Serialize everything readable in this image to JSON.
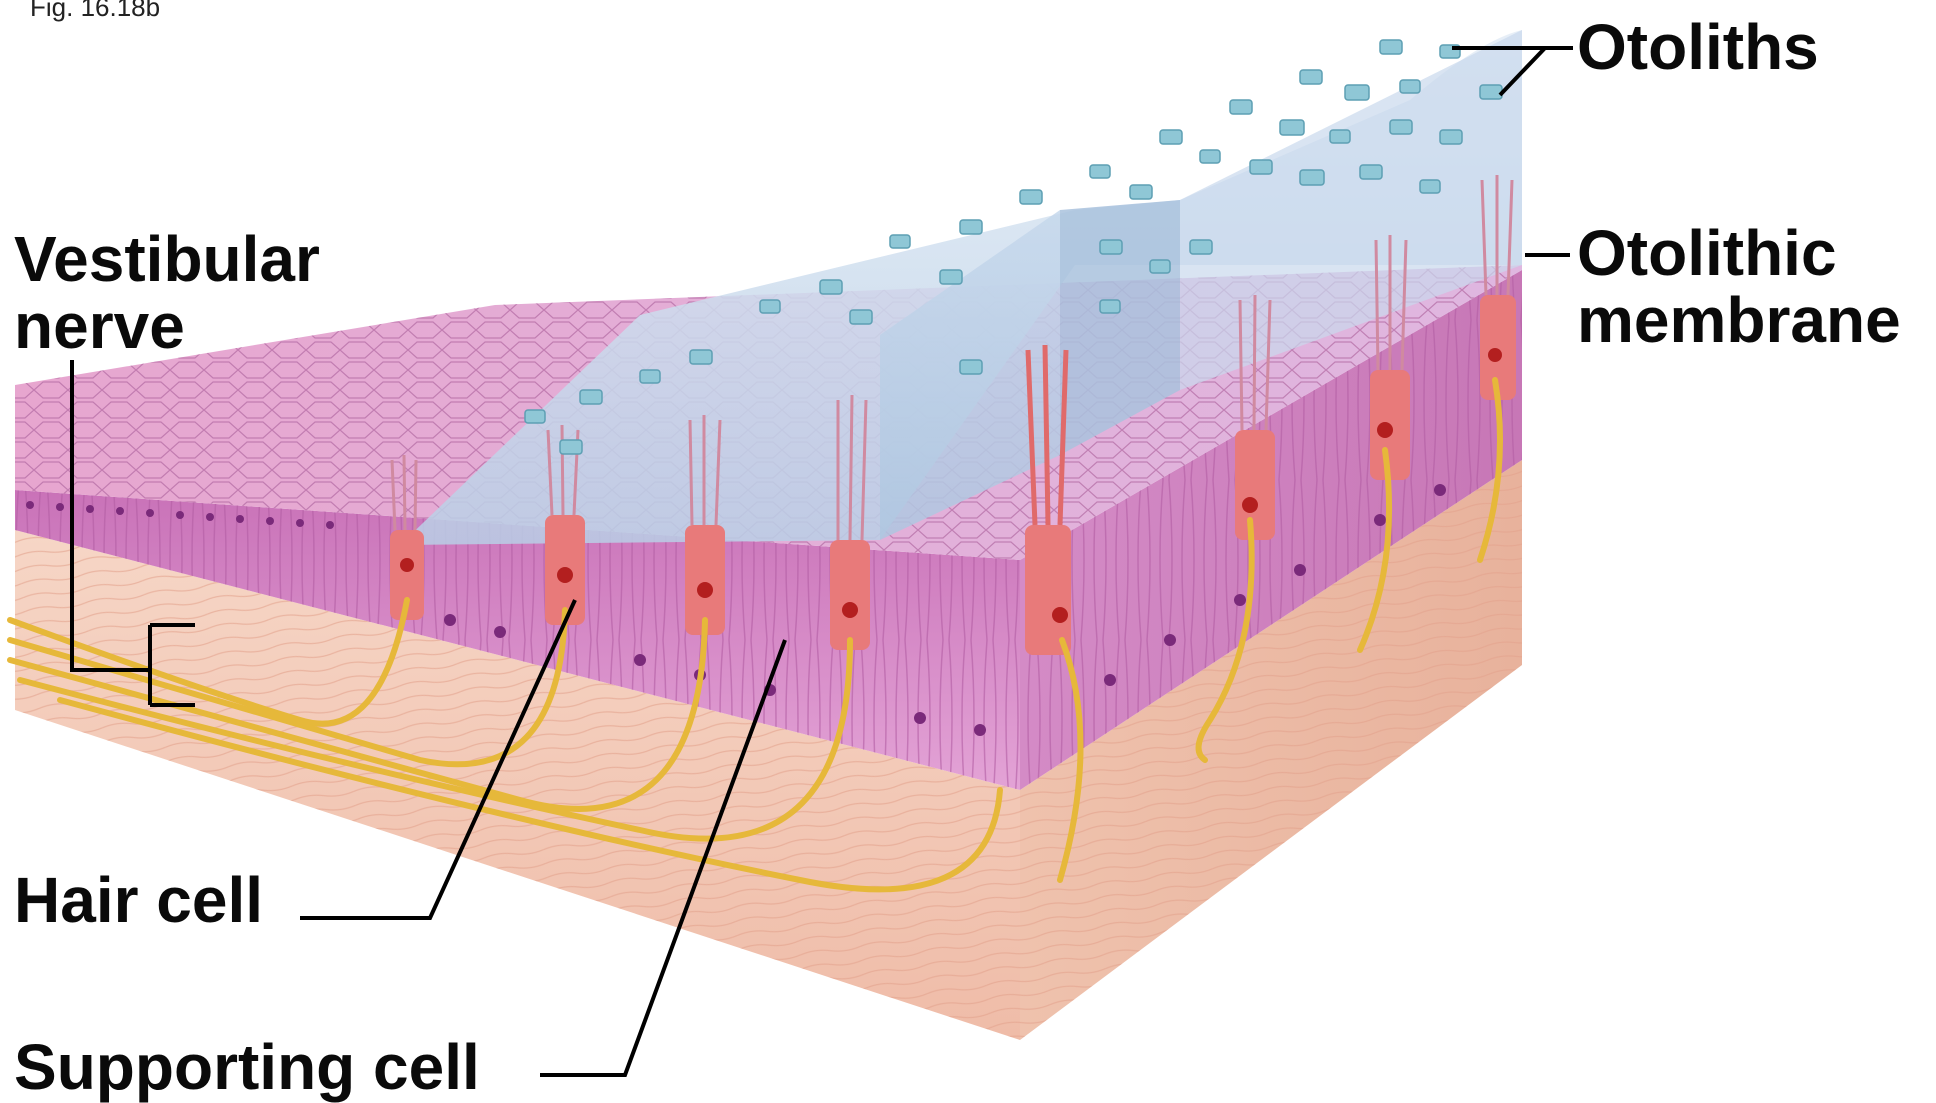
{
  "figure": {
    "number": "Fig. 16.18b"
  },
  "labels": {
    "otoliths": "Otoliths",
    "otolithic_membrane": [
      "Otolithic",
      "membrane"
    ],
    "vestibular_nerve": [
      "Vestibular",
      "nerve"
    ],
    "hair_cell": "Hair cell",
    "supporting_cell": "Supporting cell"
  },
  "colors": {
    "gel": "#b9cfe6",
    "epithelium": "#d98fc6",
    "connective": "#f3c9b6",
    "hair_cell": "#e87a7a",
    "nerve": "#e6b83a",
    "otolith": "#8fc7d6"
  }
}
